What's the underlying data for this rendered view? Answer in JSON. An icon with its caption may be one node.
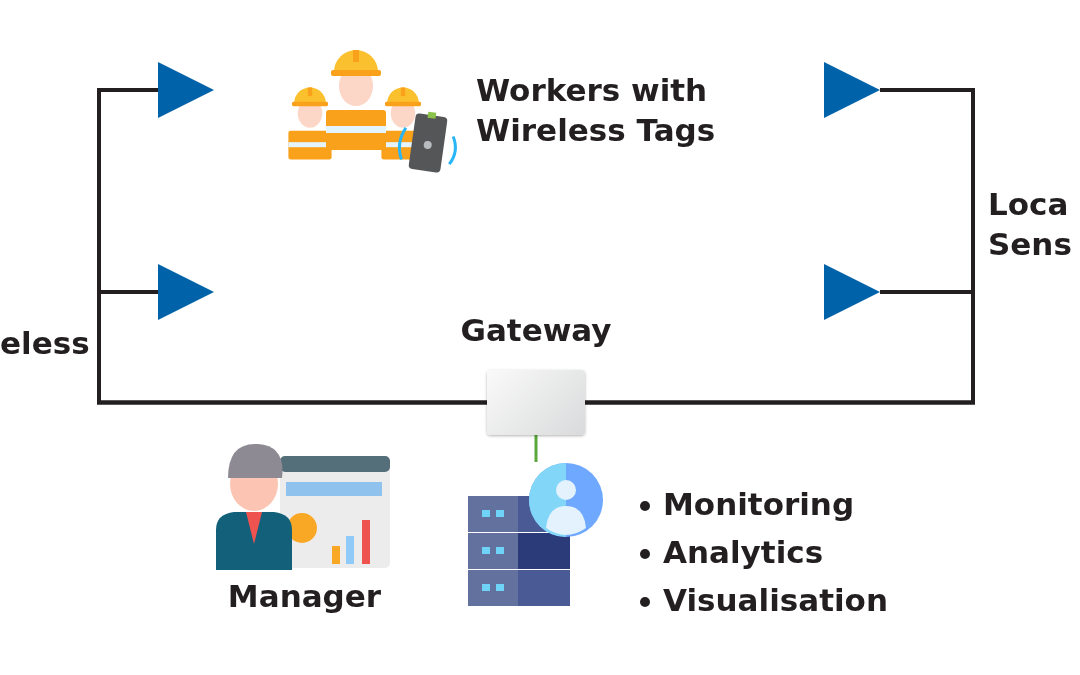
{
  "diagram": {
    "nodes": [
      {
        "text": [],
        "shape": "triangle"
      },
      {
        "text": [
          "Workers with Wireless Tags"
        ]
      },
      {
        "text": [],
        "shape": "triangle"
      },
      {
        "text": [],
        "shape": "triangle"
      },
      {
        "text": [],
        "shape": "triangle"
      },
      {
        "text": [
          "Gateway"
        ]
      },
      {
        "text": [
          "Manager"
        ]
      },
      {
        "text": [],
        "shape": "picture"
      }
    ],
    "edges": [
      {
        "from": 5,
        "to": 0,
        "arrow": "none"
      },
      {
        "from": 5,
        "to": 3,
        "arrow": "none"
      },
      {
        "from": 5,
        "to": 2,
        "arrow": "none"
      },
      {
        "from": 5,
        "to": 4,
        "arrow": "none"
      },
      {
        "from": 5,
        "to": 7,
        "arrow": "none",
        "color": "#5aa83c"
      }
    ],
    "labels": [
      "Loca Sens",
      "eless",
      "Monitoring",
      "Analytics",
      "Visualisation"
    ]
  }
}
